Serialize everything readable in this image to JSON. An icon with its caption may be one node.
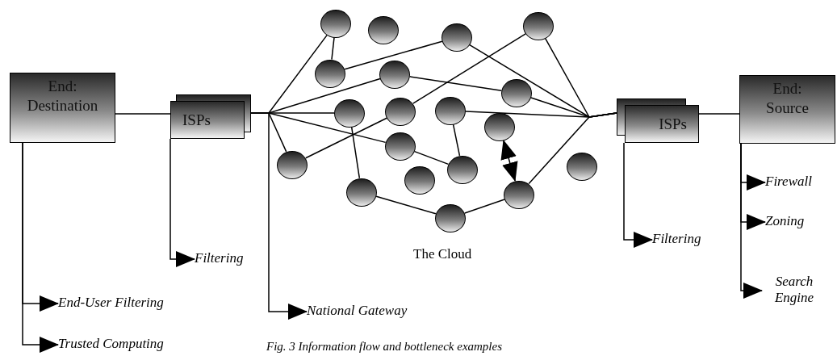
{
  "diagram": {
    "caption": "Fig. 3 Information flow and bottleneck examples",
    "nodes": [
      {
        "text": [
          "End: Destination"
        ]
      },
      {
        "text": [
          "ISPs"
        ]
      },
      {
        "text": [],
        "shape": "circle"
      },
      {
        "text": [],
        "shape": "circle"
      },
      {
        "text": [],
        "shape": "circle"
      },
      {
        "text": [],
        "shape": "circle"
      },
      {
        "text": [],
        "shape": "circle"
      },
      {
        "text": [],
        "shape": "circle"
      },
      {
        "text": [],
        "shape": "circle"
      },
      {
        "text": [],
        "shape": "circle"
      },
      {
        "text": [],
        "shape": "circle"
      },
      {
        "text": [],
        "shape": "circle"
      },
      {
        "text": [],
        "shape": "circle"
      },
      {
        "text": [],
        "shape": "circle"
      },
      {
        "text": [],
        "shape": "circle"
      },
      {
        "text": [],
        "shape": "circle"
      },
      {
        "text": [],
        "shape": "circle"
      },
      {
        "text": [],
        "shape": "circle"
      },
      {
        "text": [],
        "shape": "circle"
      },
      {
        "text": [],
        "shape": "circle"
      },
      {
        "text": [],
        "shape": "circle"
      },
      {
        "text": [
          "ISPs"
        ]
      },
      {
        "text": [
          "End: Source"
        ]
      },
      {
        "text": [
          "Filtering"
        ]
      },
      {
        "text": [
          "Filtering"
        ]
      },
      {
        "text": [
          "Firewall"
        ]
      },
      {
        "text": [
          "Zoning"
        ]
      },
      {
        "text": [
          "Search Engine"
        ]
      },
      {
        "text": [
          "End-User Filtering"
        ]
      },
      {
        "text": [
          "National Gateway"
        ]
      },
      {
        "text": [
          "Trusted Computing"
        ]
      }
    ],
    "edges": [
      {
        "from": 0,
        "to": 1,
        "arrow": "none"
      },
      {
        "from": 1,
        "to": 2,
        "arrow": "none"
      },
      {
        "from": 1,
        "to": 7,
        "arrow": "none"
      },
      {
        "from": 1,
        "to": 9,
        "arrow": "none"
      },
      {
        "from": 1,
        "to": 14,
        "arrow": "none"
      },
      {
        "from": 1,
        "to": 13,
        "arrow": "none"
      },
      {
        "from": 2,
        "to": 6,
        "arrow": "none"
      },
      {
        "from": 6,
        "to": 4,
        "arrow": "none"
      },
      {
        "from": 7,
        "to": 8,
        "arrow": "none"
      },
      {
        "from": 13,
        "to": 10,
        "arrow": "none"
      },
      {
        "from": 5,
        "to": 10,
        "arrow": "none"
      },
      {
        "from": 9,
        "to": 18,
        "arrow": "none"
      },
      {
        "from": 14,
        "to": 15,
        "arrow": "none"
      },
      {
        "from": 11,
        "to": 15,
        "arrow": "none"
      },
      {
        "from": 18,
        "to": 20,
        "arrow": "none"
      },
      {
        "from": 20,
        "to": 19,
        "arrow": "none"
      },
      {
        "from": 12,
        "to": 19,
        "arrow": "both"
      },
      {
        "from": 4,
        "to": 21,
        "arrow": "none"
      },
      {
        "from": 5,
        "to": 21,
        "arrow": "none"
      },
      {
        "from": 8,
        "to": 21,
        "arrow": "none"
      },
      {
        "from": 11,
        "to": 21,
        "arrow": "none"
      },
      {
        "from": 19,
        "to": 21,
        "arrow": "none"
      },
      {
        "from": 21,
        "to": 22,
        "arrow": "none"
      },
      {
        "from": 0,
        "to": 28,
        "arrow": "to"
      },
      {
        "from": 0,
        "to": 30,
        "arrow": "to"
      },
      {
        "from": 1,
        "to": 23,
        "arrow": "to"
      },
      {
        "from": 1,
        "to": 29,
        "arrow": "to"
      },
      {
        "from": 21,
        "to": 24,
        "arrow": "to"
      },
      {
        "from": 22,
        "to": 25,
        "arrow": "to"
      },
      {
        "from": 22,
        "to": 26,
        "arrow": "to"
      },
      {
        "from": 22,
        "to": 27,
        "arrow": "to"
      }
    ],
    "labels": [
      "The Cloud"
    ]
  }
}
